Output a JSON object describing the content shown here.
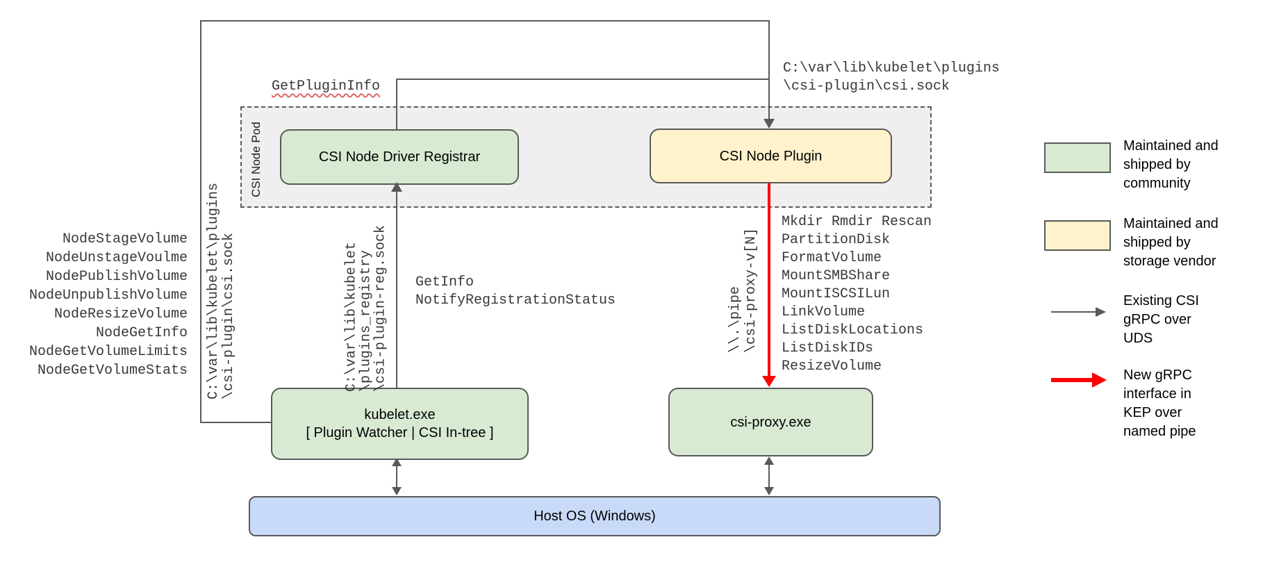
{
  "boxes": {
    "pod_label": "CSI Node Pod",
    "registrar": "CSI Node Driver Registrar",
    "plugin": "CSI Node Plugin",
    "kubelet": "kubelet.exe\n[ Plugin Watcher | CSI In-tree ]",
    "csi_proxy": "csi-proxy.exe",
    "host_os": "Host OS (Windows)"
  },
  "labels": {
    "get_plugin_info": "GetPluginInfo",
    "csi_sock_path": "C:\\var\\lib\\kubelet\\plugins\n\\csi-plugin\\csi.sock",
    "csi_sock_path_rotated": "C:\\var\\lib\\kubelet\\plugins\n\\csi-plugin\\csi.sock",
    "registry_sock_path_rotated": "C:\\var\\lib\\kubelet\n\\plugins_registry\n\\csi-plugin-reg.sock",
    "named_pipe_rotated": "\\\\.\\pipe\n\\csi-proxy-v[N]"
  },
  "method_lists": {
    "node_methods": [
      "NodeStageVolume",
      "NodeUnstageVoulme",
      "NodePublishVolume",
      "NodeUnpublishVolume",
      "NodeResizeVolume",
      "NodeGetInfo",
      "NodeGetVolumeLimits",
      "NodeGetVolumeStats"
    ],
    "registration_methods": [
      "GetInfo",
      "NotifyRegistrationStatus"
    ],
    "proxy_methods": [
      "Mkdir Rmdir Rescan",
      "PartitionDisk",
      "FormatVolume",
      "MountSMBShare",
      "MountISCSILun",
      "LinkVolume",
      "ListDiskLocations",
      "ListDiskIDs",
      "ResizeVolume"
    ]
  },
  "legend": {
    "community": "Maintained and\nshipped by\ncommunity",
    "vendor": "Maintained and\nshipped by\nstorage vendor",
    "existing_arrow": "Existing CSI\ngRPC over\nUDS",
    "new_arrow": "New gRPC\ninterface in\nKEP over\nnamed pipe"
  },
  "colors": {
    "community_green": "#d9ead3",
    "vendor_yellow": "#fff2cc",
    "host_blue": "#c9daf8",
    "pod_gray": "#efefef",
    "line_gray": "#595959",
    "arrow_red": "#ff0000",
    "squiggle_red": "#e06666"
  }
}
